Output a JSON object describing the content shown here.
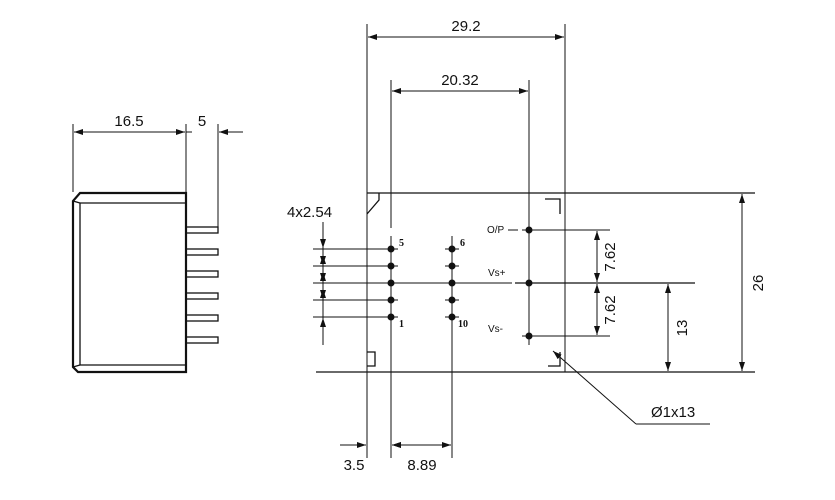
{
  "side_view": {
    "dims": {
      "width": "16.5",
      "pin_length": "5"
    },
    "pin_count": 6
  },
  "front_view": {
    "dims": {
      "overall_width": "29.2",
      "row_spacing": "20.32",
      "pitch": "4x2.54",
      "pin_offset": "3.5",
      "inner_spacing": "8.89",
      "height": "26",
      "half_spacing_top": "7.62",
      "half_spacing_bottom": "7.62",
      "center_height": "13",
      "pin_spec": "Ø1x13"
    },
    "pin_numbers": {
      "p5": "5",
      "p6": "6",
      "p1": "1",
      "p10": "10"
    },
    "output_labels": {
      "op": "O/P",
      "vs_plus": "Vs+",
      "vs_minus": "Vs-"
    }
  }
}
